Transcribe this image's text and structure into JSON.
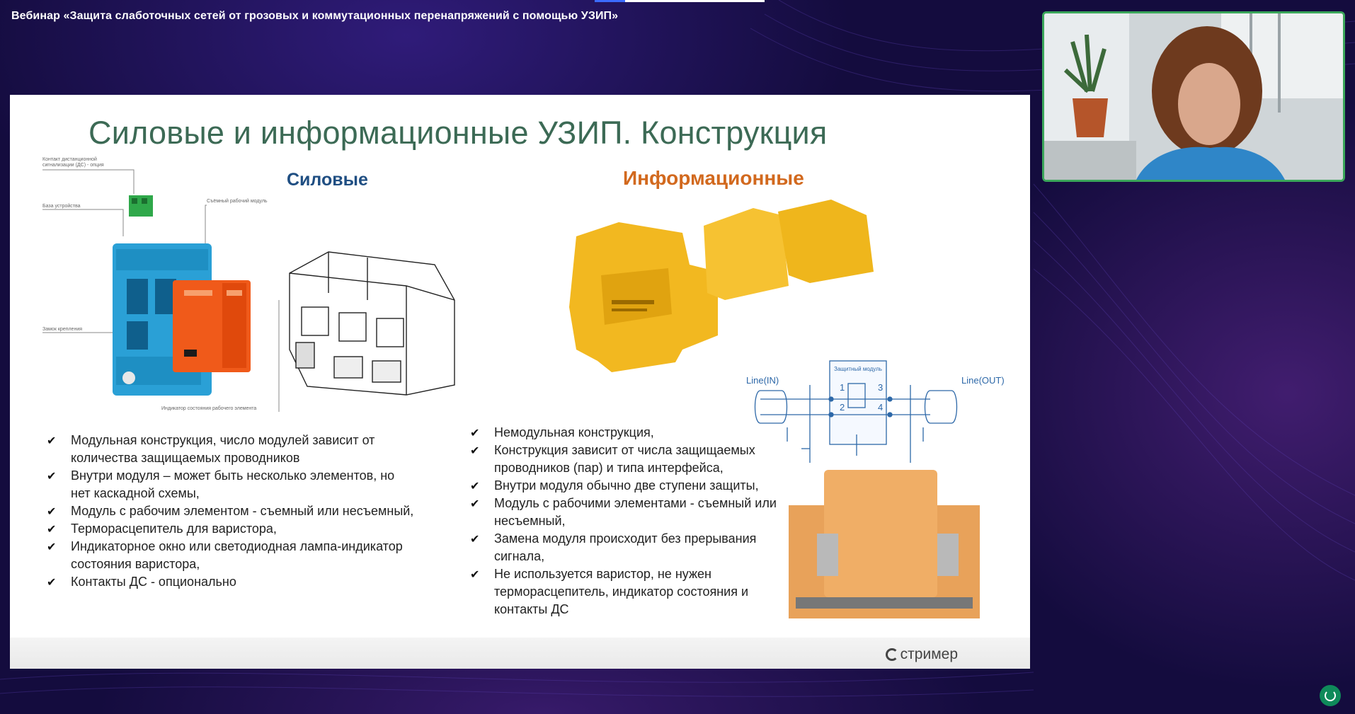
{
  "webinar": {
    "title": "Вебинар «Защита слаботочных сетей от грозовых и коммутационных перенапряжений с помощью УЗИП»"
  },
  "slide": {
    "title": "Силовые и информационные УЗИП. Конструкция",
    "power": {
      "heading": "Силовые",
      "callouts": {
        "remote_contact": "Контакт дистанционной сигнализации (ДС) - опция",
        "base": "База устройства",
        "module": "Съёмный рабочий модуль",
        "lock": "Замок крепления",
        "indicator": "Индикатор состояния рабочего элемента"
      },
      "points": [
        "Модульная конструкция, число модулей зависит от количества защищаемых проводников",
        "Внутри модуля – может быть несколько элементов, но нет каскадной схемы,",
        "Модуль с рабочим элементом - съемный или несъемный,",
        "Терморасцепитель для варистора,",
        "Индикаторное окно или светодиодная лампа-индикатор состояния варистора,",
        "Контакты ДС - опционально"
      ]
    },
    "info": {
      "heading": "Информационные",
      "diagram": {
        "line_in": "Line(IN)",
        "line_out": "Line(OUT)",
        "module": "Защитный модуль",
        "pins": [
          "1",
          "2",
          "3",
          "4"
        ]
      },
      "points": [
        "Немодульная конструкция,",
        "Конструкция зависит от числа защищаемых проводников (пар) и типа интерфейса,",
        "Внутри модуля обычно две ступени защиты,",
        "Модуль с рабочими элементами - съемный или несъемный,",
        "Замена модуля происходит без прерывания сигнала,",
        "Не используется варистор, не нужен терморасцепитель, индикатор состояния и контакты ДС"
      ]
    },
    "brand": "стример"
  },
  "colors": {
    "background": "#140c3e",
    "title_green": "#3c6a55",
    "power_blue": "#1f4e82",
    "info_orange": "#d2691e",
    "webcam_border": "#3aa65a"
  }
}
